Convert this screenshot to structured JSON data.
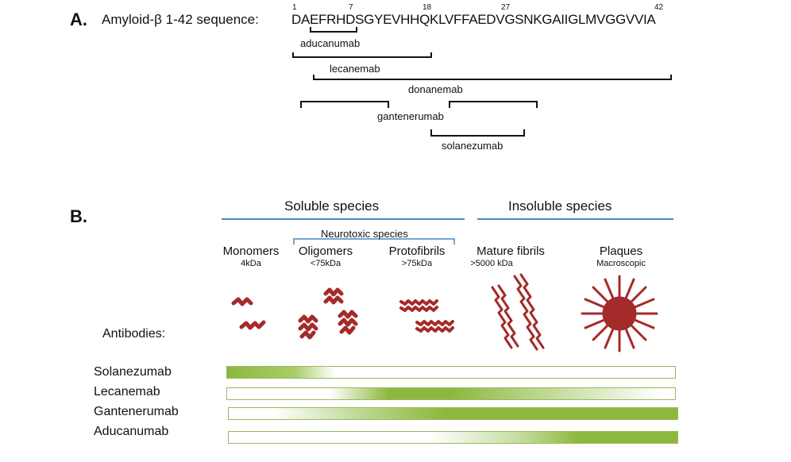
{
  "panel_a": {
    "label": "A.",
    "title": "Amyloid-β 1-42 sequence:",
    "sequence": "DAEFRHDSGYEVHHQKLVFFAEDVGSNKGAIIGLMVGGVVIA",
    "residue_markers": [
      "1",
      "7",
      "18",
      "27",
      "42"
    ],
    "epitopes": [
      {
        "antibody": "aducanumab",
        "regions": [
          "3-7"
        ]
      },
      {
        "antibody": "lecanemab",
        "regions": [
          "1-16"
        ]
      },
      {
        "antibody": "donanemab",
        "regions": [
          "3-42"
        ]
      },
      {
        "antibody": "gantenerumab",
        "regions": [
          "2-11",
          "18-27"
        ]
      },
      {
        "antibody": "solanezumab",
        "regions": [
          "16-26"
        ]
      }
    ]
  },
  "panel_b": {
    "label": "B.",
    "soluble_header": "Soluble species",
    "insoluble_header": "Insoluble species",
    "neurotoxic_header": "Neurotoxic species",
    "antibodies_label": "Antibodies:",
    "stages": [
      {
        "name": "Monomers",
        "size": "4kDa"
      },
      {
        "name": "Oligomers",
        "size": "<75kDa"
      },
      {
        "name": "Protofibrils",
        "size": ">75kDa"
      },
      {
        "name": "Mature fibrils",
        "size": ">5000 kDa"
      },
      {
        "name": "Plaques",
        "size": "Macroscopic"
      }
    ],
    "binding_rows": [
      {
        "antibody": "Solanezumab",
        "strong_target": "Monomers"
      },
      {
        "antibody": "Lecanemab",
        "strong_target": "Protofibrils"
      },
      {
        "antibody": "Gantenerumab",
        "strong_target": "Mature fibrils and plaques"
      },
      {
        "antibody": "Aducanumab",
        "strong_target": "Plaques"
      }
    ]
  },
  "colors": {
    "bracket": "#111111",
    "header_rule": "#4a86c8",
    "aggregate": "#a52a2a",
    "binding_green": "#8db83f"
  }
}
